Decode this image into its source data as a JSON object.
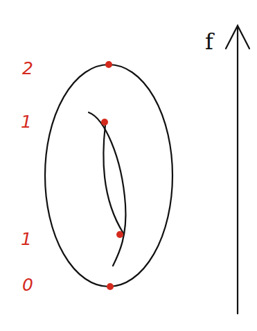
{
  "diagram": {
    "labels": [
      "2",
      "f",
      "1",
      "1",
      "0"
    ]
  }
}
